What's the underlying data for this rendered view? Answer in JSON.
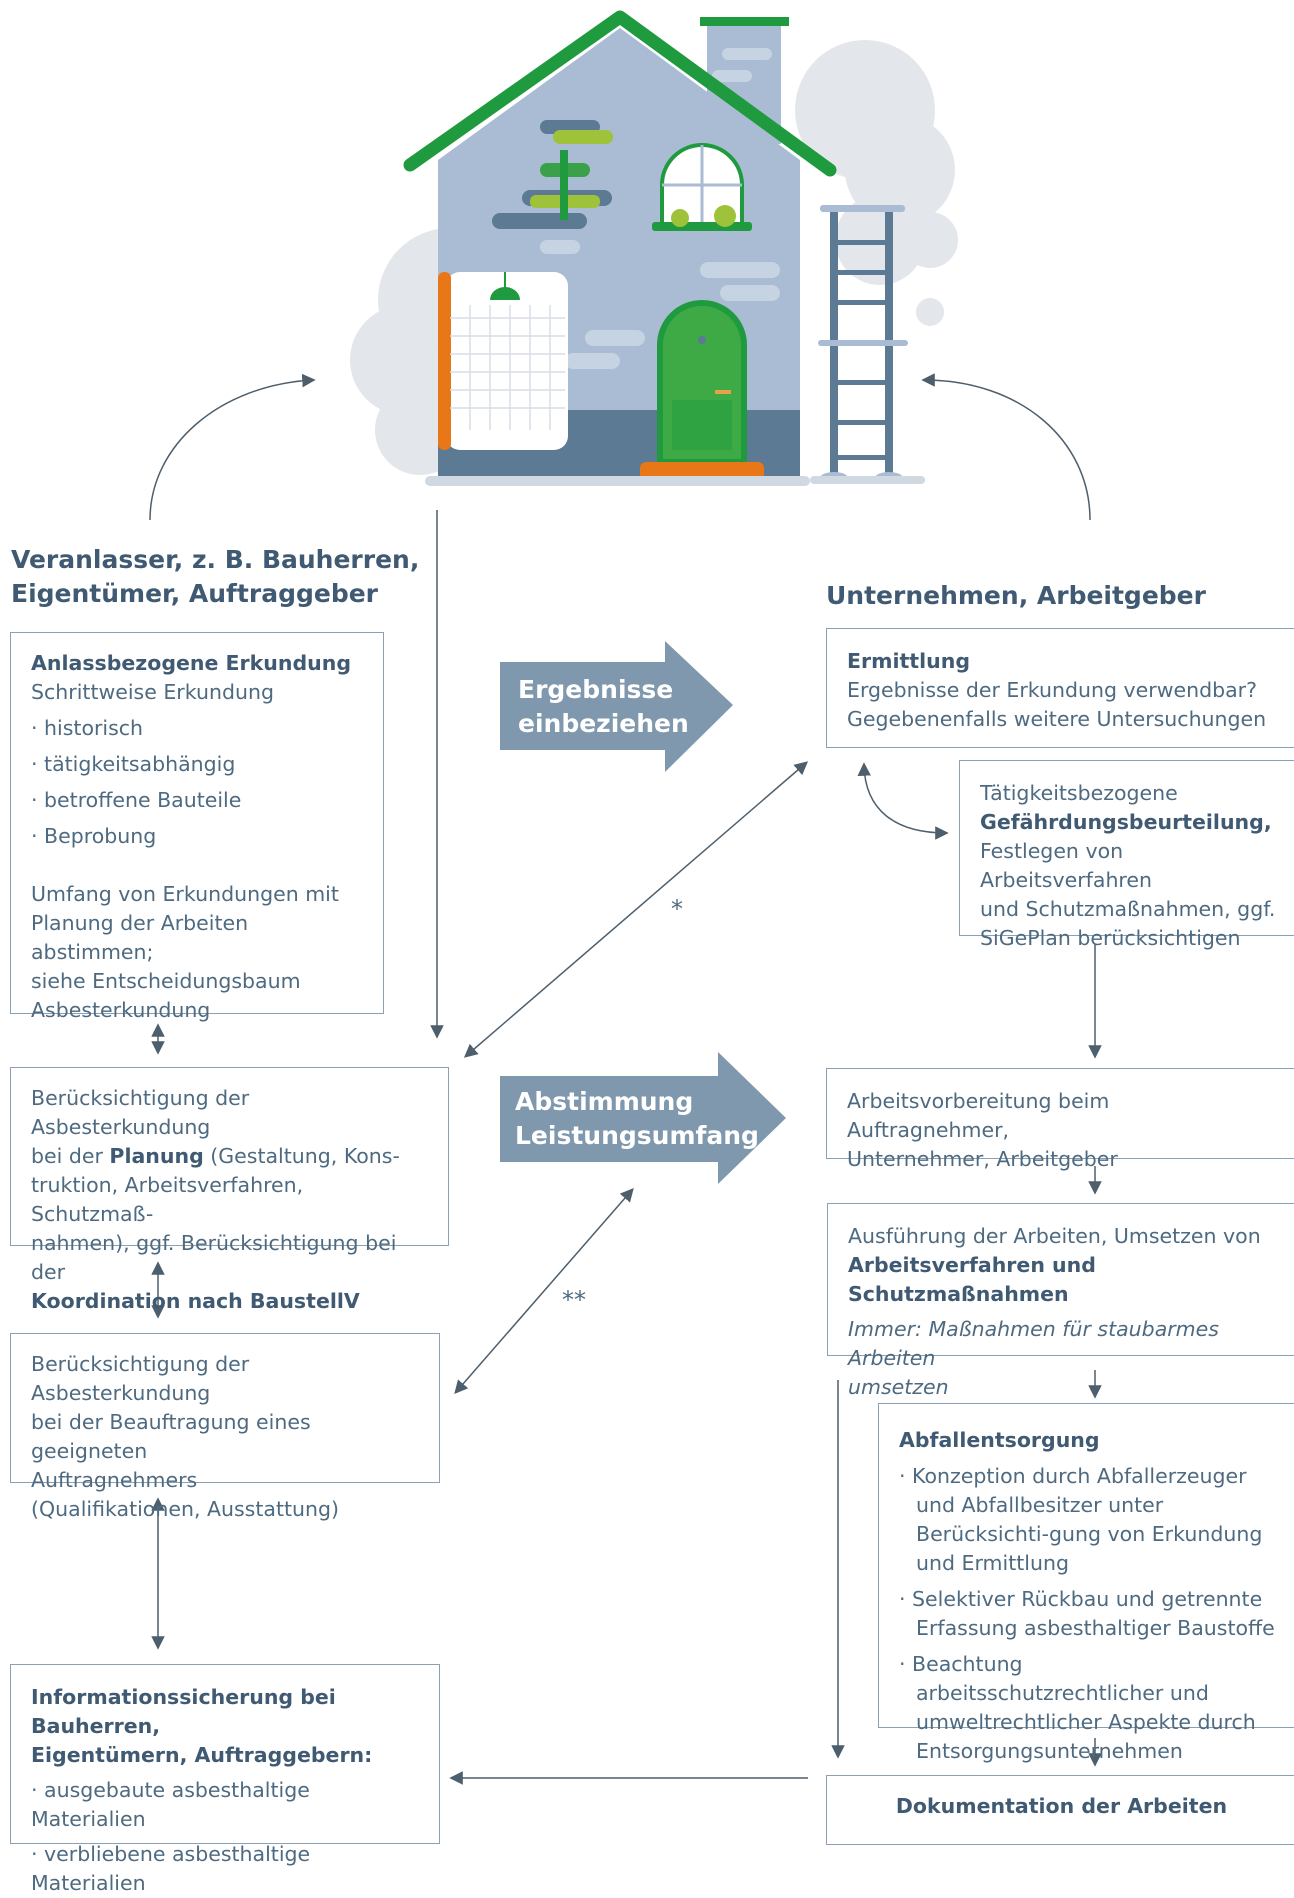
{
  "left": {
    "header_line1": "Veranlasser, z. B. Bauherren,",
    "header_line2": "Eigentümer, Auftraggeber",
    "box1": {
      "title": "Anlassbezogene Erkundung",
      "subtitle": "Schrittweise Erkundung",
      "items": [
        "· historisch",
        "· tätigkeitsabhängig",
        "· betroffene Bauteile",
        "· Beprobung"
      ],
      "note_l1": "Umfang von Erkundungen mit",
      "note_l2": "Planung der Arbeiten abstimmen;",
      "note_l3": "siehe Entscheidungsbaum",
      "note_l4": "Asbesterkundung"
    },
    "box2": {
      "l1": "Berücksichtigung der Asbesterkundung",
      "l2_a": "bei der ",
      "l2_b": "Planung",
      "l2_c": " (Gestaltung, Kons-",
      "l3": "truktion, Arbeitsverfahren, Schutzmaß-",
      "l4": "nahmen), ggf. Berücksichtigung bei der",
      "l5": "Koordination nach BaustellV"
    },
    "box3": {
      "l1": "Berücksichtigung der Asbesterkundung",
      "l2": "bei der Beauftragung eines geeigneten",
      "l3": "Auftragnehmers",
      "l4": "(Qualifikationen, Ausstattung)"
    },
    "box4": {
      "title_l1": "Informationssicherung bei Bauherren,",
      "title_l2": "Eigentümern, Auftraggebern:",
      "items": [
        "· ausgebaute asbesthaltige Materialien",
        "· verbliebene asbesthaltige Materialien"
      ]
    }
  },
  "middle": {
    "arrow1_l1": "Ergebnisse",
    "arrow1_l2": "einbeziehen",
    "arrow2_l1": "Abstimmung",
    "arrow2_l2": "Leistungsumfang",
    "star1": "*",
    "star2": "**"
  },
  "right": {
    "header": "Unternehmen, Arbeitgeber",
    "box1": {
      "title": "Ermittlung",
      "l1": "Ergebnisse der Erkundung verwendbar?",
      "l2": "Gegebenenfalls weitere Untersuchungen"
    },
    "box2": {
      "l1": "Tätigkeitsbezogene",
      "l2": "Gefährdungsbeurteilung,",
      "l3": "Festlegen von Arbeitsverfahren",
      "l4": "und Schutzmaßnahmen, ggf.",
      "l5": "SiGePlan berücksichtigen"
    },
    "box3": {
      "l1": "Arbeitsvorbereitung beim Auftragnehmer,",
      "l2": "Unternehmer, Arbeitgeber"
    },
    "box4": {
      "l1": "Ausführung der Arbeiten, Umsetzen von",
      "l2": "Arbeitsverfahren und Schutzmaßnahmen",
      "l3": "Immer: Maßnahmen für staubarmes Arbeiten",
      "l4": "umsetzen"
    },
    "box5": {
      "title": "Abfallentsorgung",
      "items": [
        "· Konzeption durch Abfallerzeuger und Abfallbesitzer unter Berücksichti-gung von Erkundung und Ermittlung",
        "· Selektiver Rückbau und getrennte Erfassung asbesthaltiger Baustoffe",
        "· Beachtung arbeitsschutzrechtlicher und umweltrechtlicher Aspekte durch Entsorgungsunternehmen"
      ]
    },
    "box6": {
      "title": "Dokumentation der Arbeiten"
    }
  },
  "colors": {
    "house_wall": "#a9bcd3",
    "roof": "#1f9a3f",
    "door": "#3daa46",
    "accent_orange": "#e87817",
    "block_arrow": "#7f98ad",
    "line": "#4d5e6c",
    "box_border": "#8ba0b3"
  }
}
